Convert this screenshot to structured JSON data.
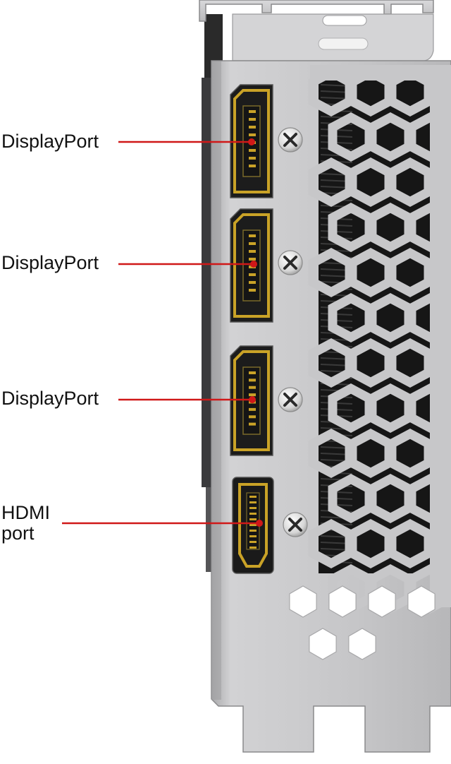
{
  "callouts": [
    {
      "label": "DisplayPort",
      "port": "displayport-1"
    },
    {
      "label": "DisplayPort",
      "port": "displayport-2"
    },
    {
      "label": "DisplayPort",
      "port": "displayport-3"
    },
    {
      "label": "HDMI\nport",
      "port": "hdmi-port"
    }
  ],
  "colors": {
    "leader_line": "#d01818",
    "bracket_metal": "#c7c7c9",
    "bracket_edge": "#8a8a8c",
    "port_gold": "#c9a227",
    "port_dark": "#151515",
    "vent_shadow": "#161616"
  },
  "icons": [
    "displayport-connector-icon",
    "hdmi-connector-icon",
    "screw-icon",
    "vent-grille-icon"
  ]
}
